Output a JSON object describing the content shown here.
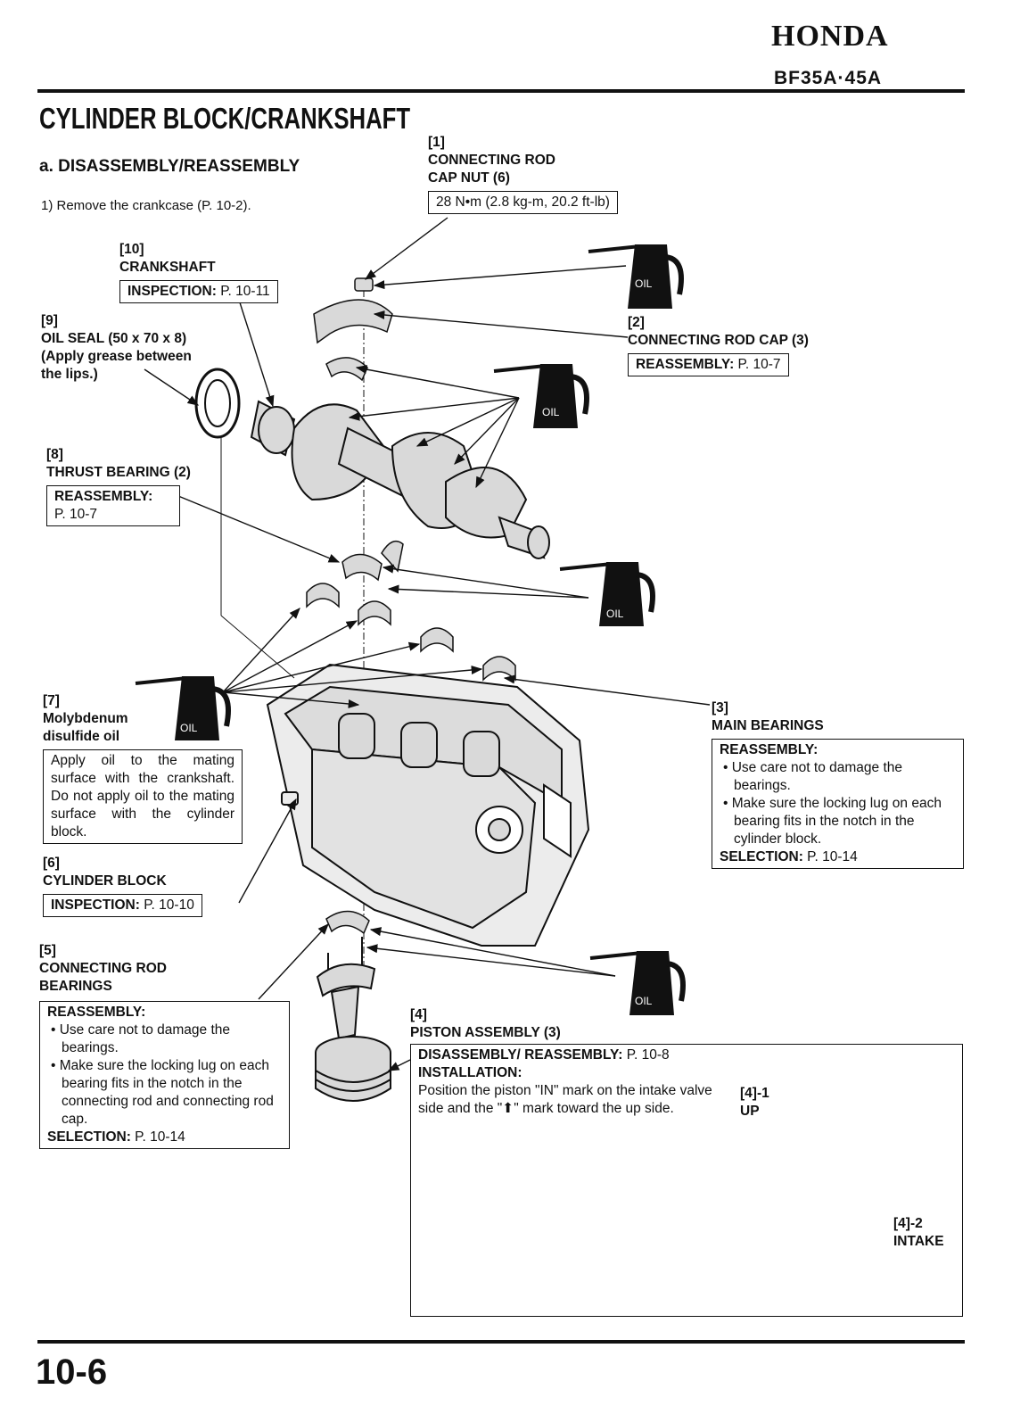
{
  "header": {
    "brand": "HONDA",
    "model": "BF35A·45A"
  },
  "title": "CYLINDER BLOCK/CRANKSHAFT",
  "subtitle": "a. DISASSEMBLY/REASSEMBLY",
  "step": "1) Remove the crankcase (P. 10-2).",
  "page_number": "10-6",
  "oil_label": "OIL",
  "callouts": {
    "c1": {
      "num": "[1]",
      "line1": "CONNECTING ROD",
      "line2": "CAP NUT (6)",
      "torque": "28 N•m (2.8 kg-m, 20.2 ft-lb)"
    },
    "c2": {
      "num": "[2]",
      "name": "CONNECTING ROD CAP (3)",
      "box_key": "REASSEMBLY:",
      "box_val": " P. 10-7"
    },
    "c3": {
      "num": "[3]",
      "name": "MAIN BEARINGS",
      "box_key": "REASSEMBLY:",
      "bullet1": "• Use care not to damage the bearings.",
      "bullet2": "• Make sure the locking lug on each bearing fits in the notch in the cylinder block.",
      "sel_key": "SELECTION:",
      "sel_val": " P. 10-14"
    },
    "c4": {
      "num": "[4]",
      "name": "PISTON ASSEMBLY (3)",
      "disassembly_key": "DISASSEMBLY/ REASSEMBLY:",
      "disassembly_val": " P. 10-8",
      "install_key": "INSTALLATION:",
      "install_text": "Position the piston \"IN\" mark on the intake valve side and the \"⬆\" mark toward the up side.",
      "up_num": "[4]-1",
      "up_label": "UP",
      "intake_num": "[4]-2",
      "intake_label": "INTAKE"
    },
    "c5": {
      "num": "[5]",
      "line1": "CONNECTING ROD",
      "line2": "BEARINGS",
      "box_key": "REASSEMBLY:",
      "bullet1": "• Use care not to damage the bearings.",
      "bullet2": "• Make sure the locking lug on each bearing fits in the notch in the connecting rod and connecting rod cap.",
      "sel_key": "SELECTION:",
      "sel_val": " P. 10-14"
    },
    "c6": {
      "num": "[6]",
      "name": "CYLINDER BLOCK",
      "box_key": "INSPECTION:",
      "box_val": " P. 10-10"
    },
    "c7": {
      "num": "[7]",
      "line1": "Molybdenum",
      "line2": "disulfide oil",
      "text": "Apply oil to the mating surface with the crankshaft. Do not apply oil to the mating surface with the cylinder block."
    },
    "c8": {
      "num": "[8]",
      "name": "THRUST BEARING (2)",
      "box_key": "REASSEMBLY:",
      "box_val": "P. 10-7"
    },
    "c9": {
      "num": "[9]",
      "line1": "OIL SEAL (50 x 70 x 8)",
      "line2": "(Apply grease between",
      "line3": "the lips.)"
    },
    "c10": {
      "num": "[10]",
      "name": "CRANKSHAFT",
      "box_key": "INSPECTION:",
      "box_val": " P. 10-11"
    }
  }
}
